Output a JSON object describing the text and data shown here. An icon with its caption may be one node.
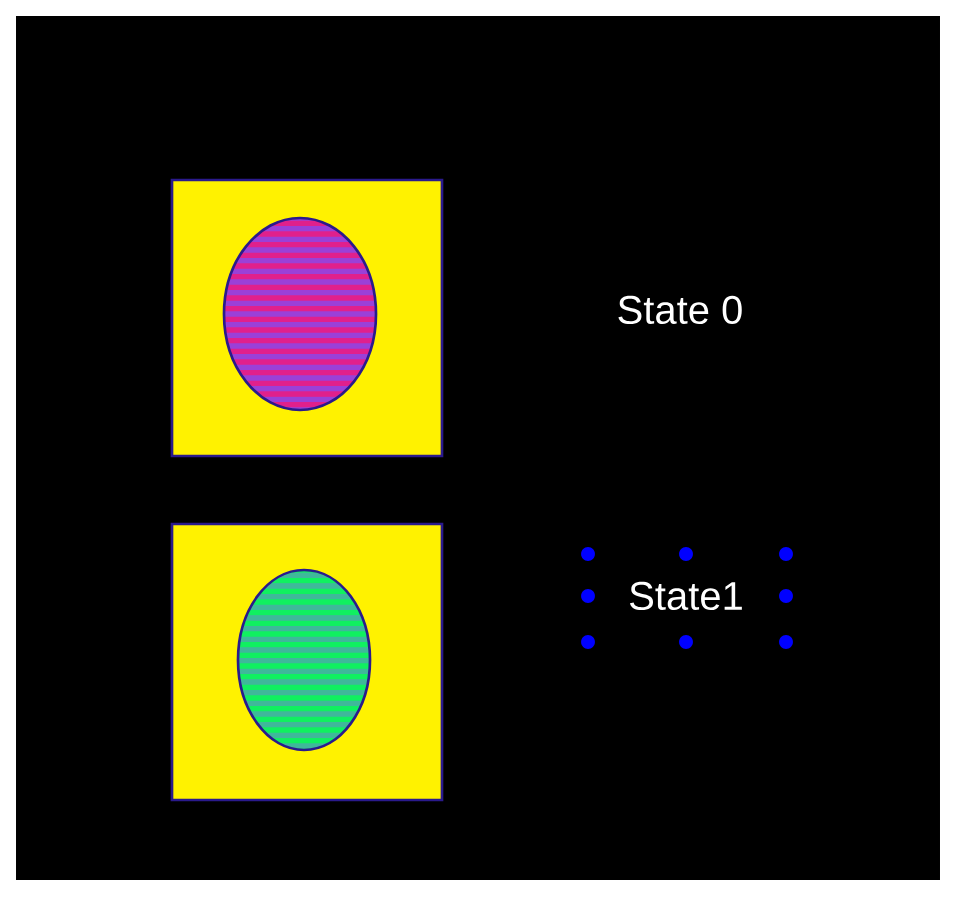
{
  "diagram": {
    "nodes": [
      {
        "text": [],
        "shape": "box"
      },
      {
        "text": [],
        "shape": "circle",
        "in": 0
      },
      {
        "text": [],
        "shape": "box"
      },
      {
        "text": [],
        "shape": "circle",
        "in": 2
      }
    ],
    "labels": [
      "State 0",
      "State1"
    ]
  }
}
